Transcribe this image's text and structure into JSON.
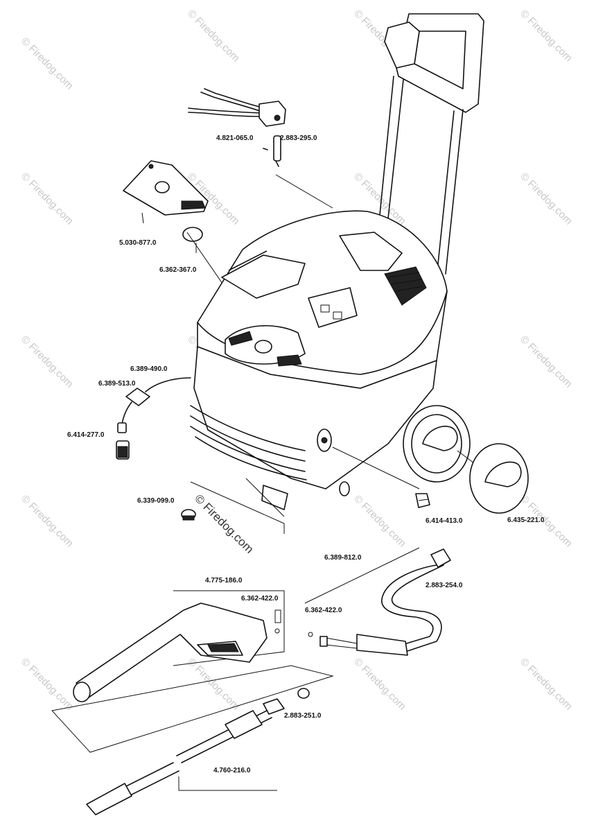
{
  "diagram": {
    "part_numbers": {
      "p_4821_065": "4.821-065.0",
      "p_2883_295": "2.883-295.0",
      "p_5030_877": "5.030-877.0",
      "p_6362_367": "6.362-367.0",
      "p_6389_490": "6.389-490.0",
      "p_6389_513": "6.389-513.0",
      "p_6414_277": "6.414-277.0",
      "p_6339_099": "6.339-099.0",
      "p_6414_413": "6.414-413.0",
      "p_6435_221": "6.435-221.0",
      "p_6389_812": "6.389-812.0",
      "p_2883_254": "2.883-254.0",
      "p_4775_186": "4.775-186.0",
      "p_6362_422_a": "6.362-422.0",
      "p_6362_422_b": "6.362-422.0",
      "p_2883_251": "2.883-251.0",
      "p_4760_216": "4.760-216.0"
    },
    "watermark": "© Firedog.com",
    "center_watermark": "© Firedog.com"
  }
}
